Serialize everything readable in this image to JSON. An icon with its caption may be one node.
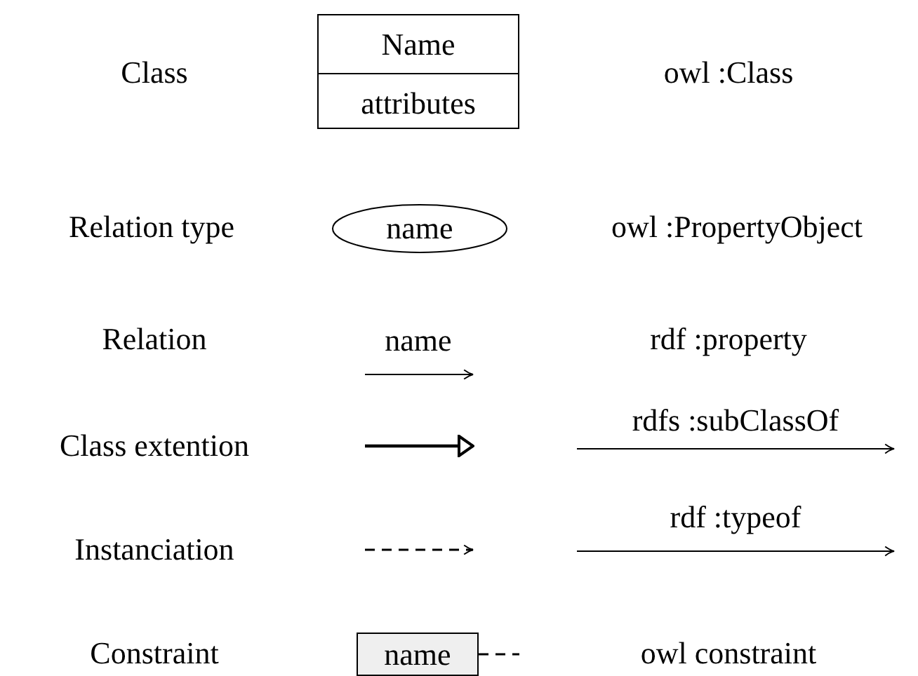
{
  "diagram": {
    "nodes": [
      {
        "text": [
          "Name",
          "attributes"
        ]
      },
      {
        "text": [
          "name"
        ]
      },
      {
        "text": [
          "name"
        ]
      }
    ],
    "labels": [
      "Class",
      "owl :Class",
      "Relation type",
      "owl :PropertyObject",
      "Relation",
      "name",
      "rdf :property",
      "rdfs :subClassOf",
      "Class extention",
      "rdf :typeof",
      "Instanciation",
      "Constraint",
      "owl constraint"
    ]
  }
}
